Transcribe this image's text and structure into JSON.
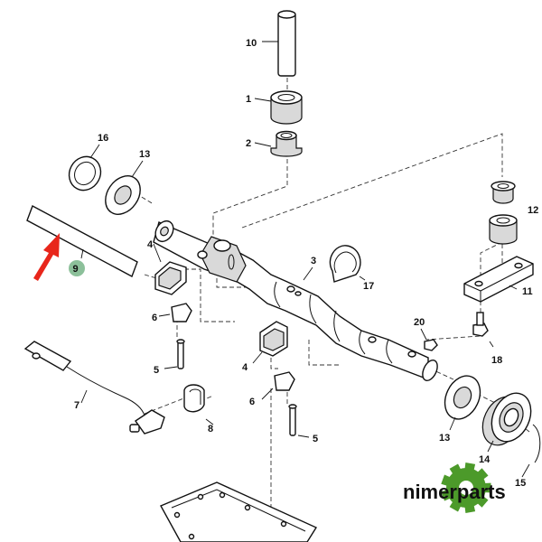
{
  "callouts": {
    "c10": "10",
    "c1": "1",
    "c2": "2",
    "c16": "16",
    "c13a": "13",
    "c4a": "4",
    "c9": "9",
    "c6a": "6",
    "c5a": "5",
    "c3": "3",
    "c17": "17",
    "c12": "12",
    "c11": "11",
    "c20": "20",
    "c18": "18",
    "c7": "7",
    "c8": "8",
    "c4b": "4",
    "c6b": "6",
    "c5b": "5",
    "c13b": "13",
    "c14": "14",
    "c15": "15"
  },
  "brand": {
    "name": "nimerparts",
    "colors": {
      "gear": "#4c9a2a",
      "text": "#111111"
    }
  },
  "highlight": {
    "arrow_color": "#e8261b",
    "badge_color": "#8cc09a"
  }
}
